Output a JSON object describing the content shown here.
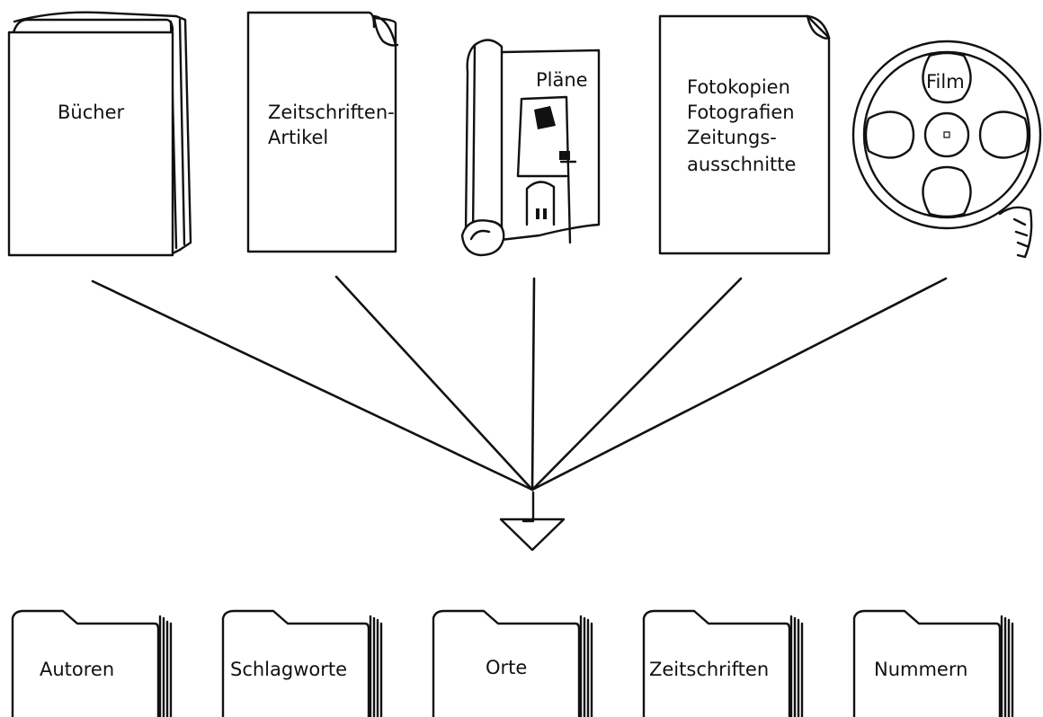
{
  "sources": [
    {
      "id": "books",
      "lines": [
        "Bücher"
      ]
    },
    {
      "id": "articles",
      "lines": [
        "Zeitschriften-",
        "Artikel"
      ]
    },
    {
      "id": "plans",
      "lines": [
        "Pläne"
      ]
    },
    {
      "id": "photos",
      "lines": [
        "Fotokopien",
        "Fotografien",
        "Zeitungs-",
        "ausschnitte"
      ]
    },
    {
      "id": "film",
      "lines": [
        "Film"
      ]
    }
  ],
  "catalogs": [
    {
      "label": "Autoren"
    },
    {
      "label": "Schlagworte"
    },
    {
      "label": "Orte"
    },
    {
      "label": "Zeitschriften"
    },
    {
      "label": "Nummern"
    }
  ],
  "icons": {
    "books": "book-icon",
    "articles": "document-icon",
    "plans": "scroll-plan-icon",
    "photos": "document-icon",
    "film": "film-reel-icon",
    "arrow": "down-arrow-icon",
    "catalog": "card-index-folder-icon"
  },
  "colors": {
    "ink": "#111111",
    "paper": "#ffffff"
  }
}
